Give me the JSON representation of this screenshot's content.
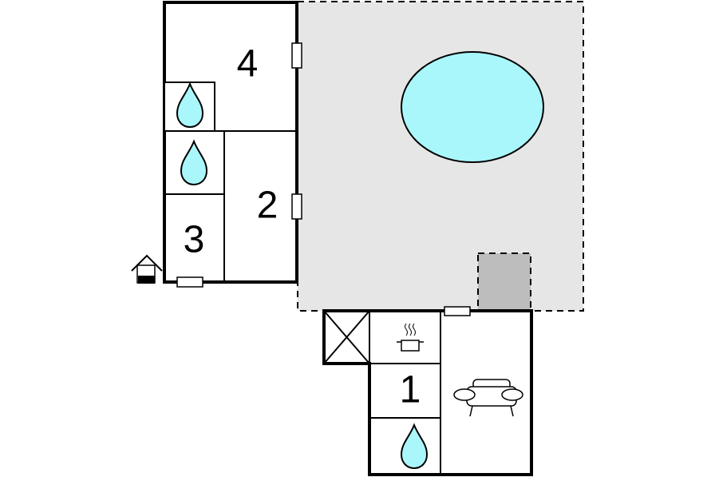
{
  "colors": {
    "wall": "#000000",
    "terrace": "#e6e6e6",
    "pool": "#aaf7fb",
    "water": "#aaf7fb",
    "annex": "#bdbdbd",
    "background": "#ffffff"
  },
  "rooms": {
    "bedroom_top": "4",
    "bedroom_middle": "2",
    "bedroom_left": "3",
    "bedroom_bottom": "1"
  },
  "icons": {
    "bathroom": "water-drop",
    "kitchen": "cooking-pot",
    "living": "sofa",
    "storage": "cross-box",
    "entrance": "house-entrance",
    "pool": "swimming-pool"
  }
}
